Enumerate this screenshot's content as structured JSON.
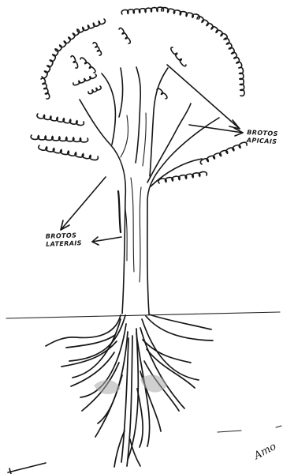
{
  "labels": {
    "apical_line1": "BROTOS",
    "apical_line2": "APICAIS",
    "lateral_line1": "BROTOS",
    "lateral_line2": "LATERAIS"
  },
  "signature": "Amo",
  "colors": {
    "ink": "#161616",
    "paper": "#ffffff"
  }
}
